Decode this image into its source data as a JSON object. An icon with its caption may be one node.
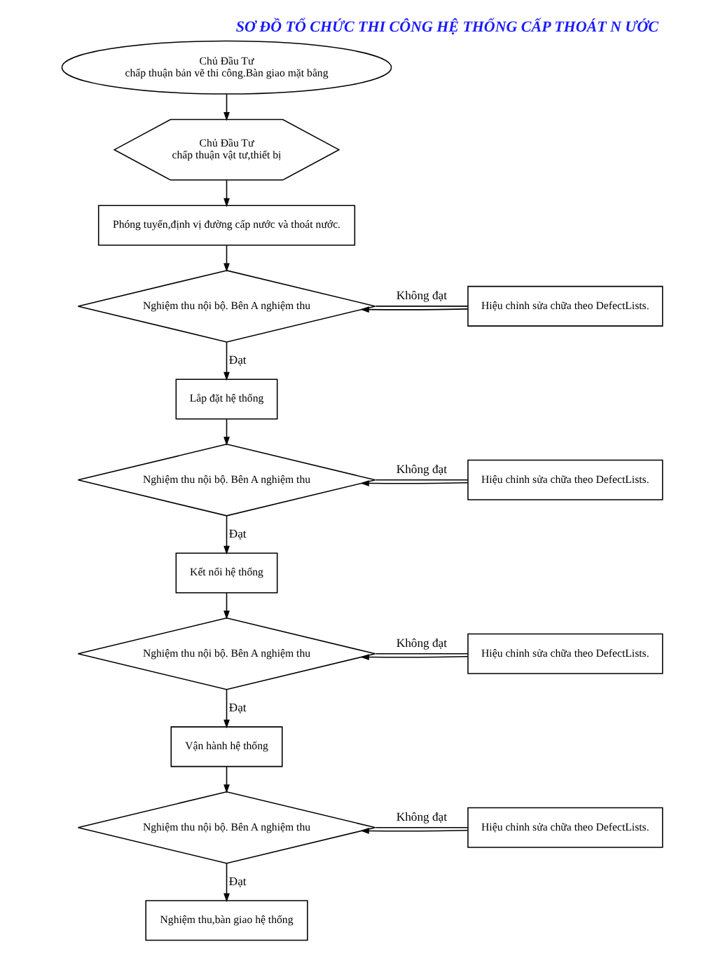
{
  "diagram": {
    "title": "SƠ ĐỒ TỔ CHỨC THI CÔNG HỆ THỐNG CẤP THOÁT N ƯỚC",
    "nodes": [
      {
        "text": [
          "Chủ Đầu Tư",
          "chấp thuận bản vẽ thi công.Bàn giao mặt bằng"
        ]
      },
      {
        "text": [
          "Chủ Đầu Tư",
          "chấp thuận vật tư,thiết bị"
        ]
      },
      {
        "text": [
          "Phóng tuyến,định vị đường cấp nước và thoát nước."
        ]
      },
      {
        "text": [
          "Hiệu chỉnh sửa chữa theo DefectLists."
        ]
      },
      {
        "text": [
          "Nghiệm thu nội bộ. Bên A nghiệm thu"
        ]
      },
      {
        "text": [
          "Lắp đặt hệ thống"
        ]
      },
      {
        "text": [
          "Hiệu chỉnh sửa chữa theo DefectLists."
        ]
      },
      {
        "text": [
          "Nghiệm thu nội bộ. Bên A nghiệm thu"
        ]
      },
      {
        "text": [
          "Kết nối hệ thống"
        ]
      },
      {
        "text": [
          "Hiệu chỉnh sửa chữa theo DefectLists."
        ]
      },
      {
        "text": [
          "Nghiệm thu nội bộ. Bên A nghiệm thu"
        ]
      },
      {
        "text": [
          "Vận hành hệ thống"
        ]
      },
      {
        "text": [
          "Hiệu chỉnh sửa chữa theo DefectLists."
        ]
      },
      {
        "text": [
          "Nghiệm thu nội bộ. Bên A nghiệm thu"
        ]
      },
      {
        "text": [
          "Nghiệm thu,bàn giao hệ thống"
        ]
      }
    ],
    "edges": [
      {
        "from": 0,
        "to": 1,
        "arrow": "to"
      },
      {
        "from": 1,
        "to": 2,
        "arrow": "to"
      },
      {
        "from": 2,
        "to": 4,
        "arrow": "to"
      },
      {
        "from": 3,
        "to": 4,
        "arrow": "to"
      },
      {
        "from": 4,
        "to": 3,
        "arrow": "none",
        "label": "Không đạt"
      },
      {
        "from": 4,
        "to": 5,
        "arrow": "to",
        "label": "Đạt"
      },
      {
        "from": 5,
        "to": 7,
        "arrow": "to"
      },
      {
        "from": 6,
        "to": 7,
        "arrow": "to"
      },
      {
        "from": 7,
        "to": 6,
        "arrow": "none",
        "label": "Không đạt"
      },
      {
        "from": 7,
        "to": 8,
        "arrow": "to",
        "label": "Đạt"
      },
      {
        "from": 8,
        "to": 10,
        "arrow": "to"
      },
      {
        "from": 9,
        "to": 10,
        "arrow": "to"
      },
      {
        "from": 10,
        "to": 9,
        "arrow": "none",
        "label": "Không đạt"
      },
      {
        "from": 10,
        "to": 11,
        "arrow": "to",
        "label": "Đạt"
      },
      {
        "from": 11,
        "to": 13,
        "arrow": "to"
      },
      {
        "from": 12,
        "to": 13,
        "arrow": "to"
      },
      {
        "from": 13,
        "to": 12,
        "arrow": "none",
        "label": "Không đạt"
      },
      {
        "from": 13,
        "to": 14,
        "arrow": "to",
        "label": "Đạt"
      }
    ]
  }
}
